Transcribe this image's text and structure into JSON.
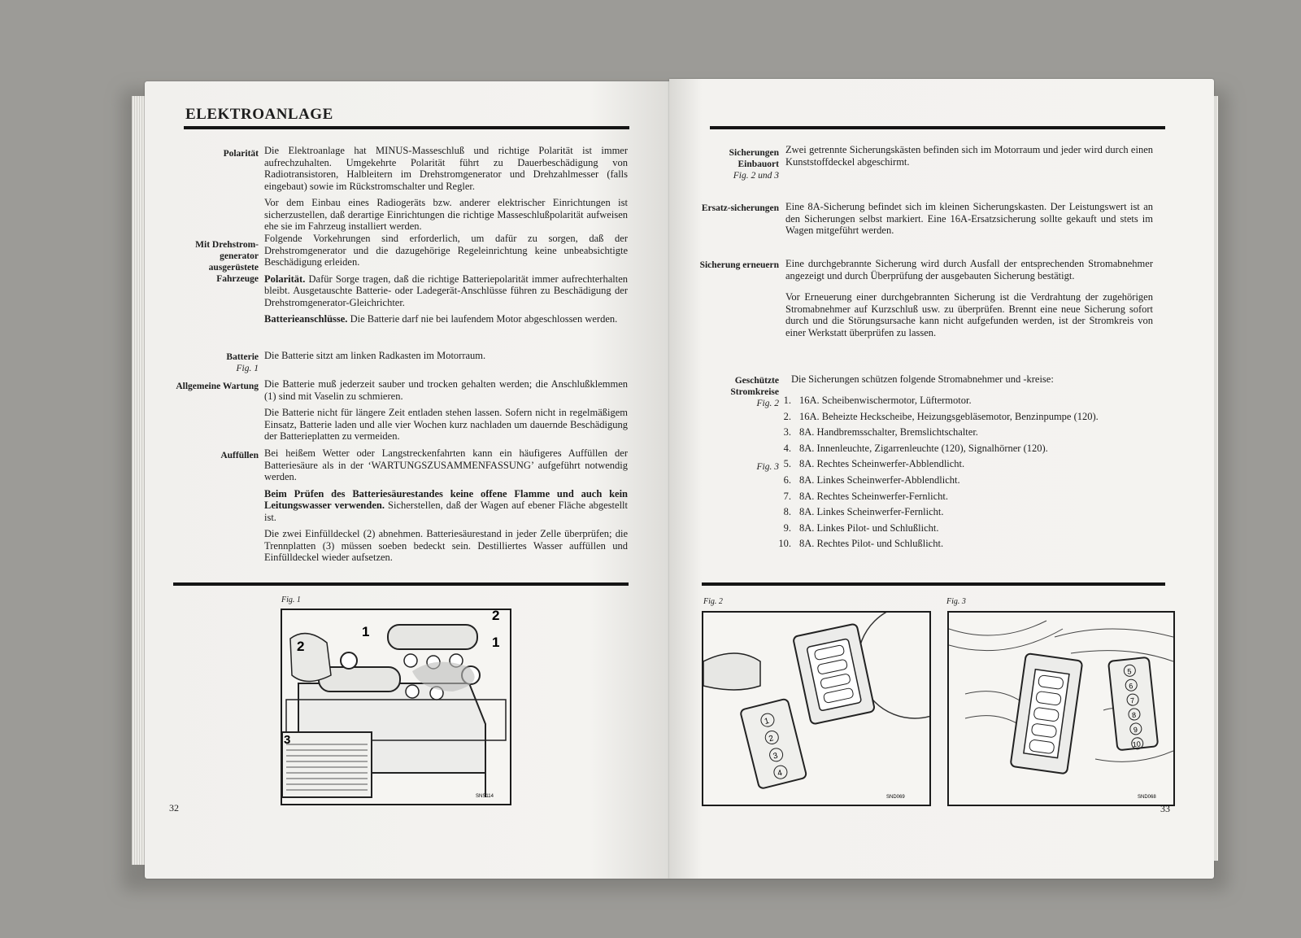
{
  "left_page": {
    "title": "ELEKTROANLAGE",
    "sections": [
      {
        "label": "Polarität",
        "paragraphs": [
          "Die Elektroanlage hat MINUS-Masseschluß und richtige Polarität ist immer aufrechzuhalten. Umgekehrte Polarität führt zu Dauerbeschädigung von Radiotransistoren, Halbleitern im Drehstromgenerator und Drehzahlmesser (falls eingebaut) sowie im Rückstromschalter und Regler.",
          "Vor dem Einbau eines Radiogeräts bzw. anderer elektrischer Einrichtungen ist sicherzustellen, daß derartige Einrichtungen die richtige Masseschlußpolarität aufweisen ehe sie im Fahrzeug installiert werden."
        ]
      },
      {
        "label": "Mit Drehstrom-generator ausgerüstete Fahrzeuge",
        "paragraphs": [
          "Folgende Vorkehrungen sind erforderlich, um dafür zu sorgen, daß der Drehstromgenerator und die dazugehörige Regeleinrichtung keine unbeabsichtigte Beschädigung erleiden."
        ],
        "sub": [
          {
            "head": "Polarität.",
            "text": " Dafür Sorge tragen, daß die richtige Batteriepolarität immer aufrechterhalten bleibt. Ausgetauschte Batterie- oder Ladegerät-Anschlüsse führen zu Beschädigung der Drehstromgenerator-Gleichrichter."
          },
          {
            "head": "Batterieanschlüsse.",
            "text": " Die Batterie darf nie bei laufendem Motor abgeschlossen werden."
          }
        ]
      },
      {
        "label": "Batterie",
        "fig": "Fig. 1",
        "paragraphs": [
          "Die Batterie sitzt am linken Radkasten im Motorraum."
        ]
      },
      {
        "label": "Allgemeine Wartung",
        "paragraphs": [
          "Die Batterie muß jederzeit sauber und trocken gehalten werden; die Anschlußklemmen (1) sind mit Vaselin zu schmieren.",
          "Die Batterie nicht für längere Zeit entladen stehen lassen. Sofern nicht in regelmäßigem Einsatz, Batterie laden und alle vier Wochen kurz nachladen um dauernde Beschädigung der Batterieplatten zu vermeiden."
        ]
      },
      {
        "label": "Auffüllen",
        "paragraphs": [
          "Bei heißem Wetter oder Langstreckenfahrten kann ein häufigeres Auffüllen der Batteriesäure als in der ‘WARTUNGSZUSAMMENFASSUNG’ aufgeführt notwendig werden."
        ],
        "warning_bold": "Beim Prüfen des Batteriesäurestandes keine offene Flamme und auch kein Leitungswasser verwenden.",
        "warning_rest": " Sicherstellen, daß der Wagen auf ebener Fläche abgestellt ist.",
        "last": "Die zwei Einfülldeckel (2) abnehmen. Batteriesäurestand in jeder Zelle überprüfen; die Trennplatten (3) müssen soeben bedeckt sein. Destilliertes Wasser auffüllen und Einfülldeckel wieder aufsetzen."
      }
    ],
    "figure": {
      "caption": "Fig. 1",
      "code": "SNS114",
      "callouts": [
        "1",
        "2",
        "1",
        "2",
        "3"
      ]
    },
    "page_number": "32"
  },
  "right_page": {
    "sections": [
      {
        "label": "Sicherungen Einbauort",
        "fig": "Fig. 2 und 3",
        "text": "Zwei getrennte Sicherungskästen befinden sich im Motorraum und jeder wird durch einen Kunststoffdeckel abgeschirmt."
      },
      {
        "label": "Ersatz-sicherungen",
        "text": "Eine 8A-Sicherung befindet sich im kleinen Sicherungskasten. Der Leistungswert ist an den Sicherungen selbst markiert. Eine 16A-Ersatzsicherung sollte gekauft und stets im Wagen mitgeführt werden."
      },
      {
        "label": "Sicherung erneuern",
        "text": "Eine durchgebrannte Sicherung wird durch Ausfall der entsprechenden Stromabnehmer angezeigt und durch Überprüfung der ausgebauten Sicherung bestätigt.",
        "text2": "Vor Erneuerung einer durchgebrannten Sicherung ist die Verdrahtung der zugehörigen Stromabnehmer auf Kurzschluß usw. zu überprüfen. Brennt eine neue Sicherung sofort durch und die Störungsursache kann nicht aufgefunden werden, ist der Stromkreis von einer Werkstatt überprüfen zu lassen."
      },
      {
        "label": "Geschützte Stromkreise",
        "fig": "Fig. 2",
        "fig_b": "Fig. 3",
        "text": "Die Sicherungen schützen folgende Stromabnehmer und -kreise:"
      }
    ],
    "fuses": [
      {
        "n": "1.",
        "t": "16A. Scheibenwischermotor, Lüftermotor."
      },
      {
        "n": "2.",
        "t": "16A. Beheizte Heckscheibe, Heizungsgebläsemotor, Benzinpumpe (120)."
      },
      {
        "n": "3.",
        "t": "8A. Handbremsschalter, Bremslichtschalter."
      },
      {
        "n": "4.",
        "t": "8A. Innenleuchte, Zigarrenleuchte (120), Signalhörner (120)."
      },
      {
        "n": "5.",
        "t": "8A. Rechtes Scheinwerfer-Abblendlicht."
      },
      {
        "n": "6.",
        "t": "8A. Linkes Scheinwerfer-Abblendlicht."
      },
      {
        "n": "7.",
        "t": "8A. Rechtes Scheinwerfer-Fernlicht."
      },
      {
        "n": "8.",
        "t": "8A. Linkes Scheinwerfer-Fernlicht."
      },
      {
        "n": "9.",
        "t": "8A. Linkes Pilot- und Schlußlicht."
      },
      {
        "n": "10.",
        "t": "8A. Rechtes Pilot- und Schlußlicht."
      }
    ],
    "figure2": {
      "caption": "Fig. 2",
      "code": "SND069",
      "numbers": [
        "1",
        "2",
        "3",
        "4"
      ]
    },
    "figure3": {
      "caption": "Fig. 3",
      "code": "SND068",
      "numbers": [
        "5",
        "6",
        "7",
        "8",
        "9",
        "10"
      ]
    },
    "page_number": "33"
  }
}
